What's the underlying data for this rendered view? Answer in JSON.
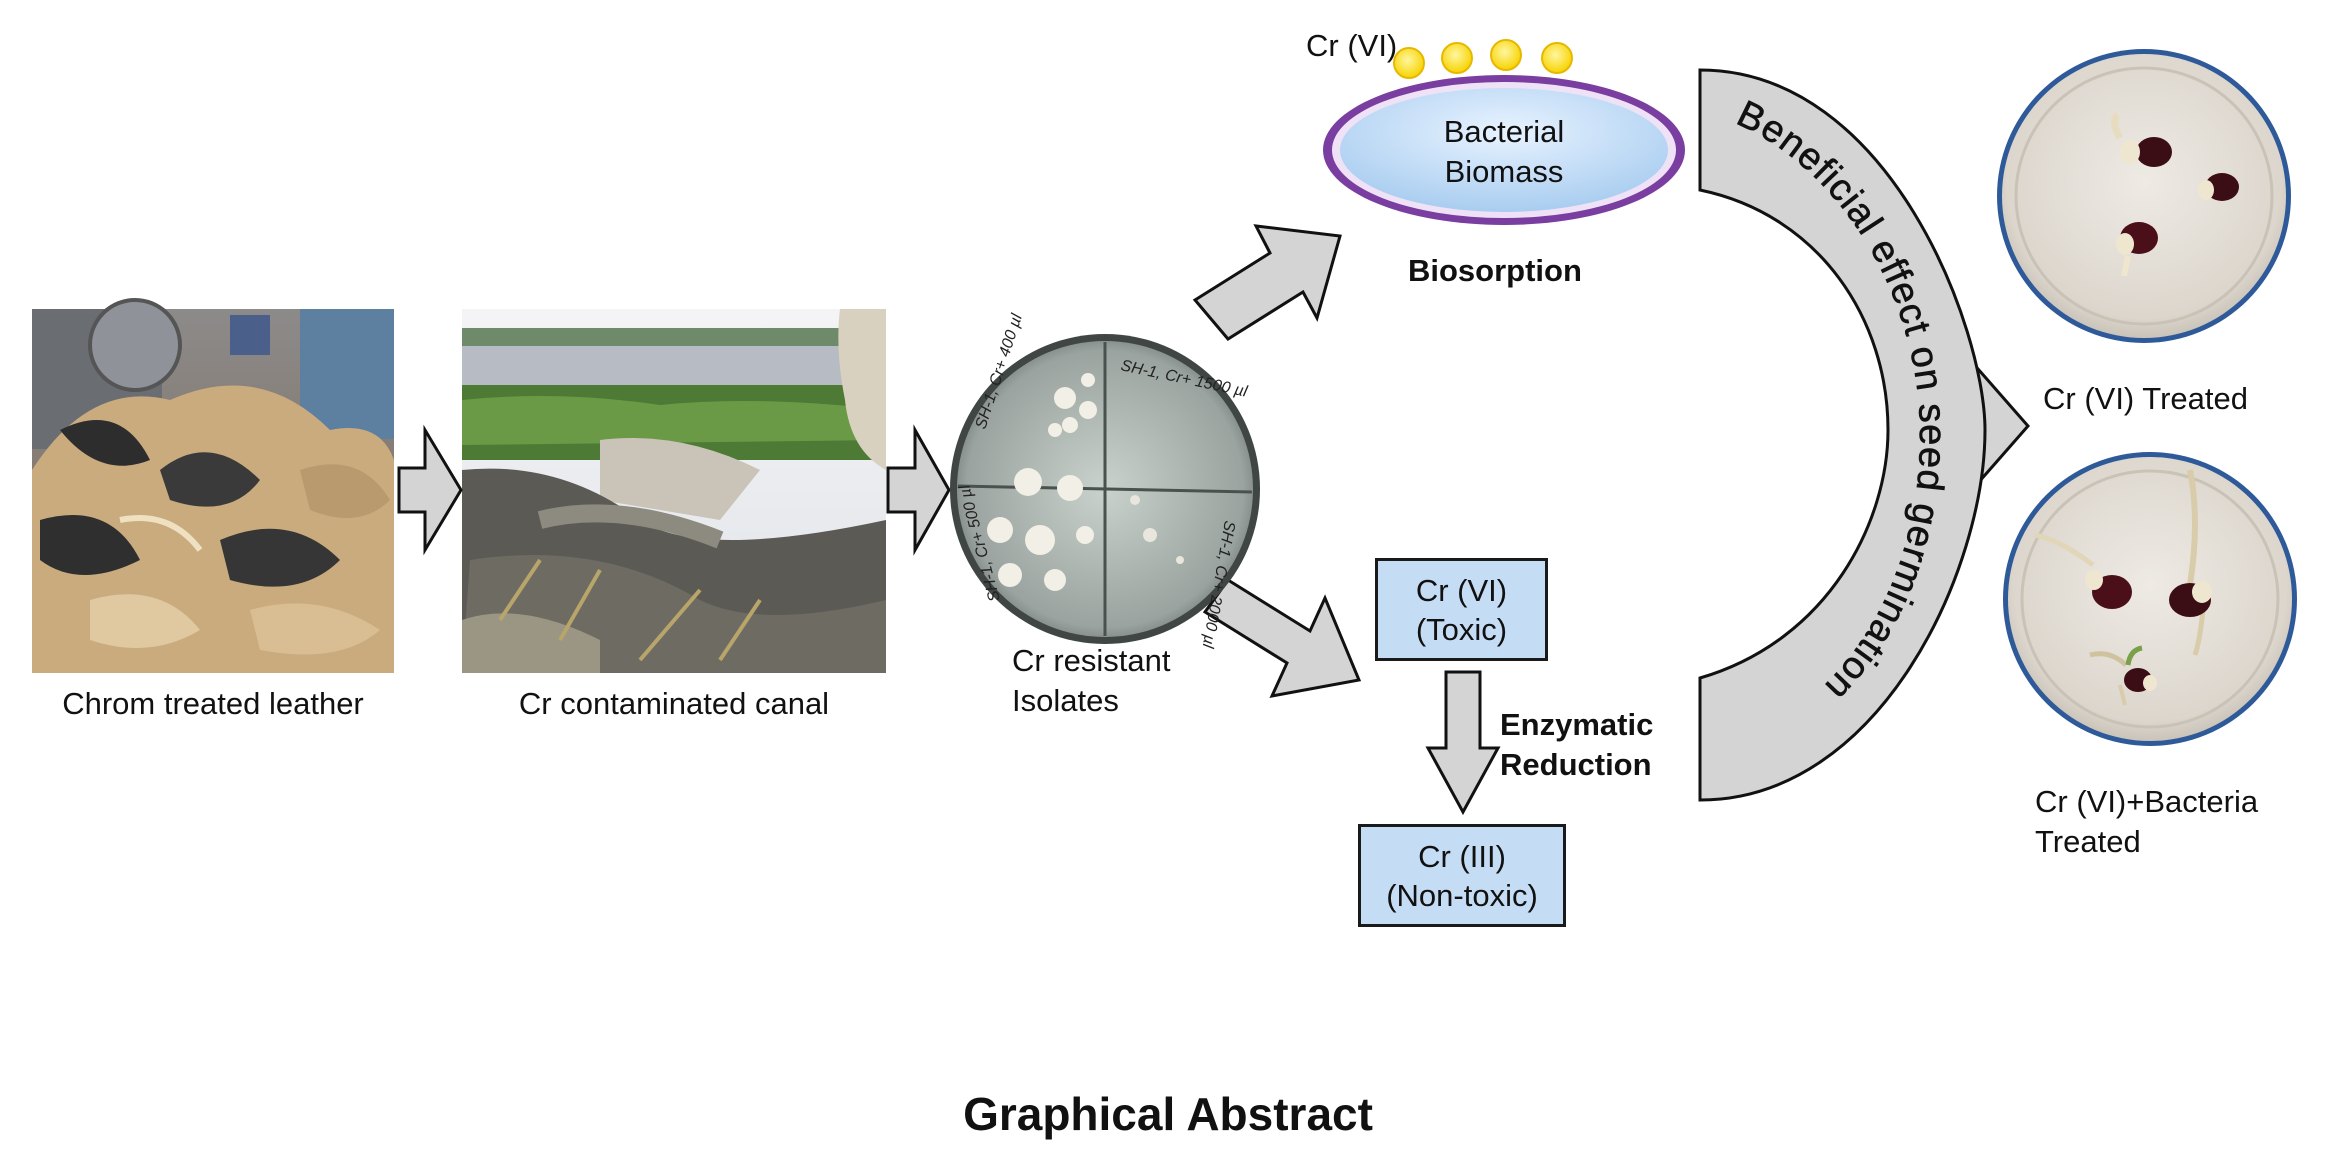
{
  "diagram": {
    "title": "Graphical Abstract",
    "stages": {
      "leather_label": "Chrom treated leather",
      "canal_label": "Cr contaminated canal",
      "isolates_label_line1": "Cr resistant",
      "isolates_label_line2": "Isolates"
    },
    "biosorption": {
      "ion_label": "Cr (VI)",
      "biomass_line1": "Bacterial",
      "biomass_line2": "Biomass",
      "label": "Biosorption"
    },
    "reduction": {
      "toxic_line1": "Cr (VI)",
      "toxic_line2": "(Toxic)",
      "process_line1": "Enzymatic",
      "process_line2": "Reduction",
      "nontoxic_line1": "Cr (III)",
      "nontoxic_line2": "(Non-toxic)"
    },
    "effect_text": "Beneficial effect on seed germination",
    "results": {
      "treated_label": "Cr (VI) Treated",
      "bacteria_label_line1": "Cr (VI)+Bacteria",
      "bacteria_label_line2": "Treated"
    },
    "plate_labels": [
      "SH-1, Cr+ 400 µl",
      "SH-1, Cr+ 1500 µl",
      "SH-1, Cr+ 500 µl",
      "SH-1, Cr+ 2000 µl"
    ],
    "colors": {
      "arrow_fill": "#d4d4d4",
      "box_fill": "#c5dcf5",
      "biomass_fill": "#cfe5fb",
      "biomass_border": "#7a3ea1",
      "ion_fill": "#ffe62e",
      "dish_border": "#2e5a9a"
    }
  }
}
